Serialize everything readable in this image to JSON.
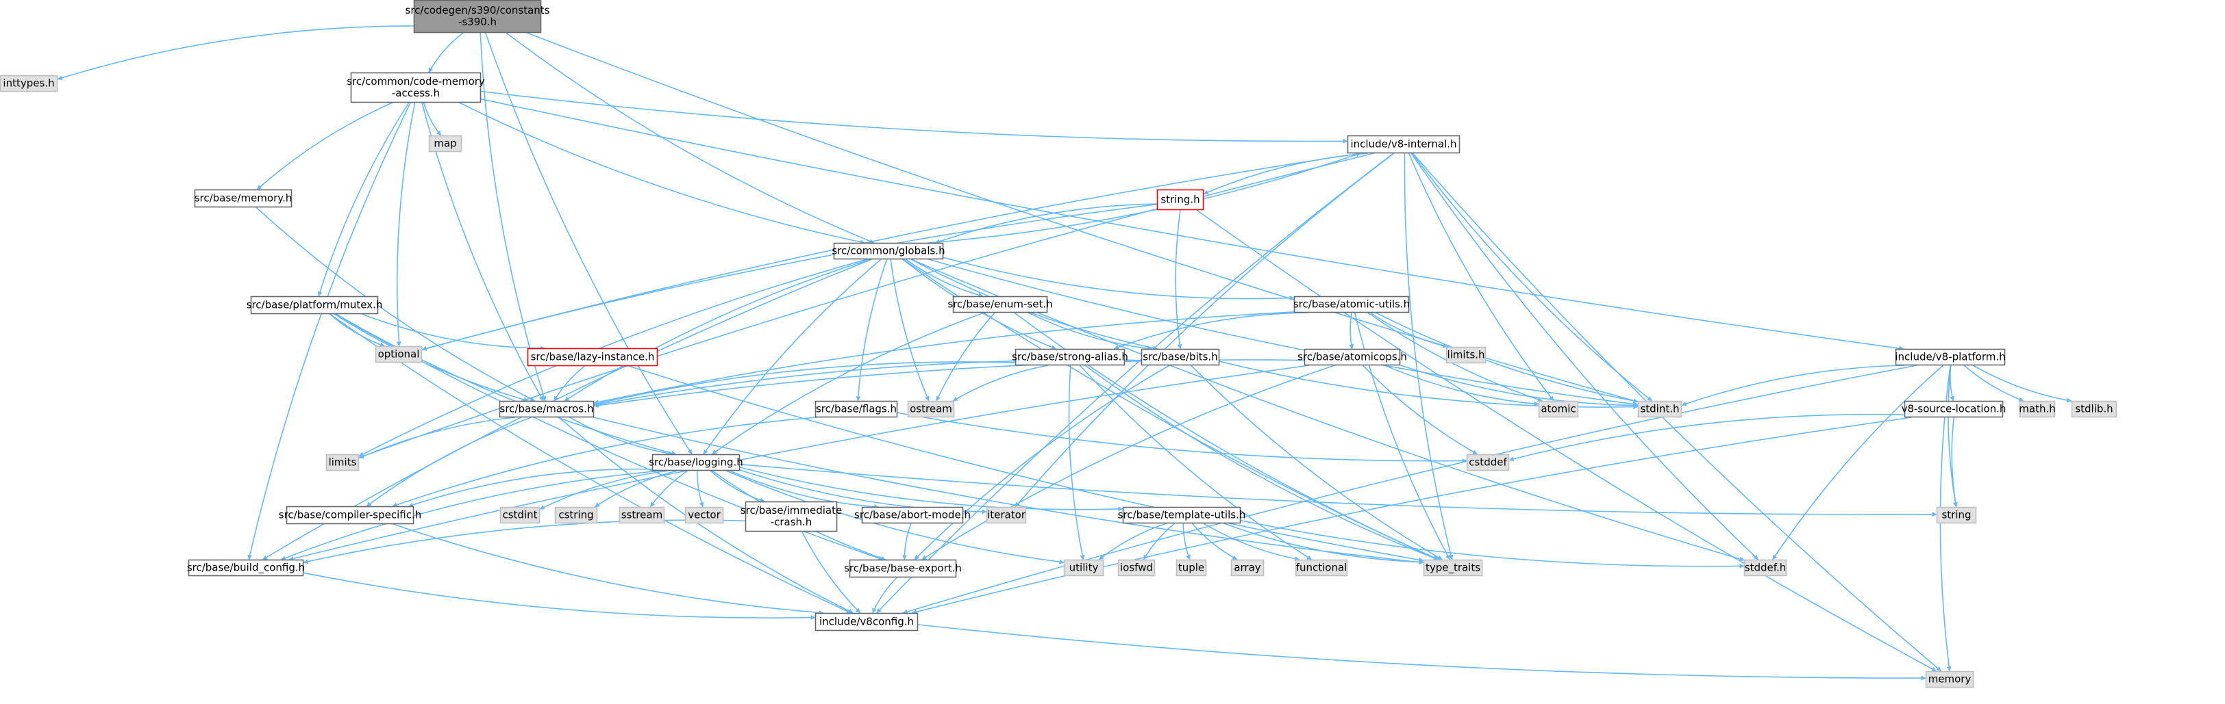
{
  "graph": {
    "colors": {
      "edge": "#63b8ff",
      "root_fill": "#999999",
      "root_border": "#666666",
      "file_fill": "#ffffff",
      "file_border": "#666666",
      "system_fill": "#e0e0e0",
      "system_border": "#bfbfbf",
      "truncated_border": "#ff0000"
    },
    "nodes": [
      {
        "id": "root",
        "lines": [
          "src/codegen/s390/constants",
          "-s390.h"
        ],
        "kind": "root"
      },
      {
        "id": "inttypes",
        "lines": [
          "inttypes.h"
        ],
        "kind": "system"
      },
      {
        "id": "cma",
        "lines": [
          "src/common/code-memory",
          "-access.h"
        ],
        "kind": "file"
      },
      {
        "id": "map",
        "lines": [
          "map"
        ],
        "kind": "system"
      },
      {
        "id": "memory_h",
        "lines": [
          "src/base/memory.h"
        ],
        "kind": "file"
      },
      {
        "id": "v8internal",
        "lines": [
          "include/v8-internal.h"
        ],
        "kind": "file"
      },
      {
        "id": "string_h",
        "lines": [
          "string.h"
        ],
        "kind": "truncated"
      },
      {
        "id": "globals",
        "lines": [
          "src/common/globals.h"
        ],
        "kind": "file"
      },
      {
        "id": "mutex",
        "lines": [
          "src/base/platform/mutex.h"
        ],
        "kind": "file"
      },
      {
        "id": "optional",
        "lines": [
          "optional"
        ],
        "kind": "system"
      },
      {
        "id": "lazy",
        "lines": [
          "src/base/lazy-instance.h"
        ],
        "kind": "truncated"
      },
      {
        "id": "enumset",
        "lines": [
          "src/base/enum-set.h"
        ],
        "kind": "file"
      },
      {
        "id": "atomicutils",
        "lines": [
          "src/base/atomic-utils.h"
        ],
        "kind": "file"
      },
      {
        "id": "limits_h",
        "lines": [
          "limits.h"
        ],
        "kind": "system"
      },
      {
        "id": "strongalias",
        "lines": [
          "src/base/strong-alias.h"
        ],
        "kind": "file"
      },
      {
        "id": "bits",
        "lines": [
          "src/base/bits.h"
        ],
        "kind": "file"
      },
      {
        "id": "atomicops",
        "lines": [
          "src/base/atomicops.h"
        ],
        "kind": "file"
      },
      {
        "id": "atomic",
        "lines": [
          "atomic"
        ],
        "kind": "system"
      },
      {
        "id": "stdint",
        "lines": [
          "stdint.h"
        ],
        "kind": "system"
      },
      {
        "id": "v8platform",
        "lines": [
          "include/v8-platform.h"
        ],
        "kind": "file"
      },
      {
        "id": "macros",
        "lines": [
          "src/base/macros.h"
        ],
        "kind": "file"
      },
      {
        "id": "flags",
        "lines": [
          "src/base/flags.h"
        ],
        "kind": "file"
      },
      {
        "id": "ostream",
        "lines": [
          "ostream"
        ],
        "kind": "system"
      },
      {
        "id": "v8srcloc",
        "lines": [
          "v8-source-location.h"
        ],
        "kind": "file"
      },
      {
        "id": "math",
        "lines": [
          "math.h"
        ],
        "kind": "system"
      },
      {
        "id": "stdlib",
        "lines": [
          "stdlib.h"
        ],
        "kind": "system"
      },
      {
        "id": "limits",
        "lines": [
          "limits"
        ],
        "kind": "system"
      },
      {
        "id": "cstddef",
        "lines": [
          "cstddef"
        ],
        "kind": "system"
      },
      {
        "id": "logging",
        "lines": [
          "src/base/logging.h"
        ],
        "kind": "file"
      },
      {
        "id": "compspec",
        "lines": [
          "src/base/compiler-specific.h"
        ],
        "kind": "file"
      },
      {
        "id": "cstdint",
        "lines": [
          "cstdint"
        ],
        "kind": "system"
      },
      {
        "id": "cstring",
        "lines": [
          "cstring"
        ],
        "kind": "system"
      },
      {
        "id": "sstream",
        "lines": [
          "sstream"
        ],
        "kind": "system"
      },
      {
        "id": "vector",
        "lines": [
          "vector"
        ],
        "kind": "system"
      },
      {
        "id": "immcrash",
        "lines": [
          "src/base/immediate",
          "-crash.h"
        ],
        "kind": "file"
      },
      {
        "id": "abortmode",
        "lines": [
          "src/base/abort-mode.h"
        ],
        "kind": "file"
      },
      {
        "id": "iterator",
        "lines": [
          "iterator"
        ],
        "kind": "system"
      },
      {
        "id": "templutils",
        "lines": [
          "src/base/template-utils.h"
        ],
        "kind": "file"
      },
      {
        "id": "string",
        "lines": [
          "string"
        ],
        "kind": "system"
      },
      {
        "id": "buildcfg",
        "lines": [
          "src/base/build_config.h"
        ],
        "kind": "file"
      },
      {
        "id": "baseexport",
        "lines": [
          "src/base/base-export.h"
        ],
        "kind": "file"
      },
      {
        "id": "utility",
        "lines": [
          "utility"
        ],
        "kind": "system"
      },
      {
        "id": "iosfwd",
        "lines": [
          "iosfwd"
        ],
        "kind": "system"
      },
      {
        "id": "tuple",
        "lines": [
          "tuple"
        ],
        "kind": "system"
      },
      {
        "id": "array",
        "lines": [
          "array"
        ],
        "kind": "system"
      },
      {
        "id": "functional",
        "lines": [
          "functional"
        ],
        "kind": "system"
      },
      {
        "id": "typetraits",
        "lines": [
          "type_traits"
        ],
        "kind": "system"
      },
      {
        "id": "stddef",
        "lines": [
          "stddef.h"
        ],
        "kind": "system"
      },
      {
        "id": "v8config",
        "lines": [
          "include/v8config.h"
        ],
        "kind": "file"
      },
      {
        "id": "memory",
        "lines": [
          "memory"
        ],
        "kind": "system"
      }
    ],
    "edges": [
      [
        "root",
        "inttypes"
      ],
      [
        "root",
        "cma"
      ],
      [
        "root",
        "macros"
      ],
      [
        "root",
        "logging"
      ],
      [
        "root",
        "globals"
      ],
      [
        "root",
        "stdint"
      ],
      [
        "cma",
        "map"
      ],
      [
        "cma",
        "memory_h"
      ],
      [
        "cma",
        "mutex"
      ],
      [
        "cma",
        "optional"
      ],
      [
        "cma",
        "v8internal"
      ],
      [
        "cma",
        "globals"
      ],
      [
        "cma",
        "v8platform"
      ],
      [
        "cma",
        "macros"
      ],
      [
        "cma",
        "buildcfg"
      ],
      [
        "memory_h",
        "macros"
      ],
      [
        "v8internal",
        "string_h"
      ],
      [
        "v8internal",
        "stdint"
      ],
      [
        "v8internal",
        "stddef"
      ],
      [
        "v8internal",
        "atomic"
      ],
      [
        "v8internal",
        "iterator"
      ],
      [
        "v8internal",
        "memory"
      ],
      [
        "v8internal",
        "optional"
      ],
      [
        "v8internal",
        "typetraits"
      ],
      [
        "v8internal",
        "v8config"
      ],
      [
        "v8internal",
        "limits"
      ],
      [
        "string_h",
        "globals"
      ],
      [
        "string_h",
        "bits"
      ],
      [
        "string_h",
        "memory"
      ],
      [
        "string_h",
        "optional"
      ],
      [
        "globals",
        "v8internal"
      ],
      [
        "globals",
        "enumset"
      ],
      [
        "globals",
        "atomicutils"
      ],
      [
        "globals",
        "strongalias"
      ],
      [
        "globals",
        "flags"
      ],
      [
        "globals",
        "logging"
      ],
      [
        "globals",
        "macros"
      ],
      [
        "globals",
        "ostream"
      ],
      [
        "globals",
        "stdint"
      ],
      [
        "globals",
        "stddef"
      ],
      [
        "globals",
        "limits"
      ],
      [
        "globals",
        "buildcfg"
      ],
      [
        "globals",
        "bits"
      ],
      [
        "globals",
        "typetraits"
      ],
      [
        "mutex",
        "optional"
      ],
      [
        "mutex",
        "lazy"
      ],
      [
        "mutex",
        "macros"
      ],
      [
        "mutex",
        "logging"
      ],
      [
        "mutex",
        "baseexport"
      ],
      [
        "mutex",
        "v8config"
      ],
      [
        "lazy",
        "macros"
      ],
      [
        "lazy",
        "typetraits"
      ],
      [
        "enumset",
        "bits"
      ],
      [
        "enumset",
        "logging"
      ],
      [
        "enumset",
        "ostream"
      ],
      [
        "enumset",
        "typetraits"
      ],
      [
        "atomicutils",
        "limits_h"
      ],
      [
        "atomicutils",
        "atomicops"
      ],
      [
        "atomicutils",
        "atomic"
      ],
      [
        "atomicutils",
        "macros"
      ],
      [
        "atomicutils",
        "stdint"
      ],
      [
        "atomicutils",
        "strongalias"
      ],
      [
        "atomicutils",
        "typetraits"
      ],
      [
        "strongalias",
        "ostream"
      ],
      [
        "strongalias",
        "functional"
      ],
      [
        "strongalias",
        "typetraits"
      ],
      [
        "strongalias",
        "utility"
      ],
      [
        "strongalias",
        "macros"
      ],
      [
        "bits",
        "macros"
      ],
      [
        "bits",
        "baseexport"
      ],
      [
        "bits",
        "stdint"
      ],
      [
        "bits",
        "typetraits"
      ],
      [
        "atomicops",
        "atomic"
      ],
      [
        "atomicops",
        "stdint"
      ],
      [
        "atomicops",
        "macros"
      ],
      [
        "atomicops",
        "cstddef"
      ],
      [
        "atomicops",
        "baseexport"
      ],
      [
        "atomicops",
        "buildcfg"
      ],
      [
        "v8platform",
        "stdint"
      ],
      [
        "v8platform",
        "v8srcloc"
      ],
      [
        "v8platform",
        "math"
      ],
      [
        "v8platform",
        "stdlib"
      ],
      [
        "v8platform",
        "memory"
      ],
      [
        "v8platform",
        "string"
      ],
      [
        "v8platform",
        "stddef"
      ],
      [
        "v8platform",
        "v8config"
      ],
      [
        "macros",
        "limits"
      ],
      [
        "macros",
        "logging"
      ],
      [
        "macros",
        "compspec"
      ],
      [
        "macros",
        "typetraits"
      ],
      [
        "macros",
        "v8config"
      ],
      [
        "flags",
        "compspec"
      ],
      [
        "flags",
        "cstddef"
      ],
      [
        "v8srcloc",
        "cstddef"
      ],
      [
        "v8srcloc",
        "string"
      ],
      [
        "v8srcloc",
        "v8config"
      ],
      [
        "logging",
        "cstdint"
      ],
      [
        "logging",
        "cstring"
      ],
      [
        "logging",
        "sstream"
      ],
      [
        "logging",
        "vector"
      ],
      [
        "logging",
        "immcrash"
      ],
      [
        "logging",
        "abortmode"
      ],
      [
        "logging",
        "iterator"
      ],
      [
        "logging",
        "templutils"
      ],
      [
        "logging",
        "string"
      ],
      [
        "logging",
        "utility"
      ],
      [
        "logging",
        "compspec"
      ],
      [
        "logging",
        "buildcfg"
      ],
      [
        "logging",
        "baseexport"
      ],
      [
        "compspec",
        "v8config"
      ],
      [
        "immcrash",
        "v8config"
      ],
      [
        "immcrash",
        "buildcfg"
      ],
      [
        "abortmode",
        "baseexport"
      ],
      [
        "templutils",
        "utility"
      ],
      [
        "templutils",
        "iosfwd"
      ],
      [
        "templutils",
        "tuple"
      ],
      [
        "templutils",
        "array"
      ],
      [
        "templutils",
        "functional"
      ],
      [
        "templutils",
        "typetraits"
      ],
      [
        "templutils",
        "stddef"
      ],
      [
        "buildcfg",
        "v8config"
      ],
      [
        "baseexport",
        "v8config"
      ],
      [
        "v8config",
        "memory"
      ]
    ]
  }
}
